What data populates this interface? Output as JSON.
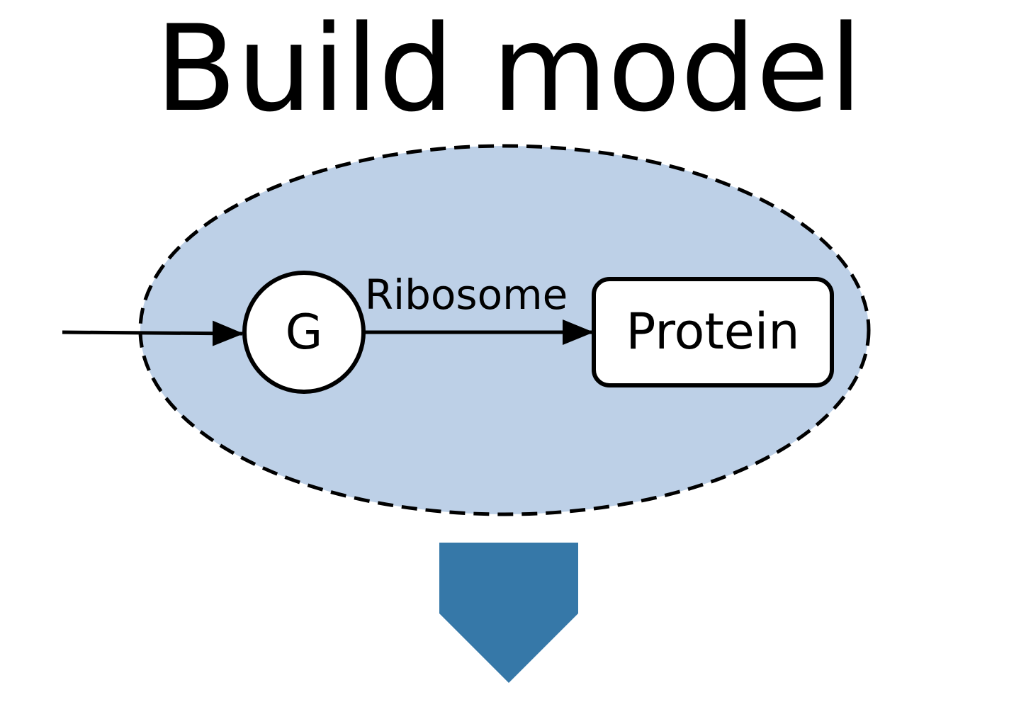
{
  "title": "Build model",
  "nodes": {
    "gene": {
      "label": "G"
    },
    "product": {
      "label": "Protein"
    }
  },
  "edges": {
    "translation": {
      "label": "Ribosome"
    }
  },
  "colors": {
    "region_fill": "#bdd0e7",
    "region_stroke": "#000000",
    "node_fill": "#ffffff",
    "node_stroke": "#000000",
    "arrow_color": "#000000",
    "down_arrow": "#3678a8",
    "text": "#000000",
    "background": "#ffffff"
  }
}
